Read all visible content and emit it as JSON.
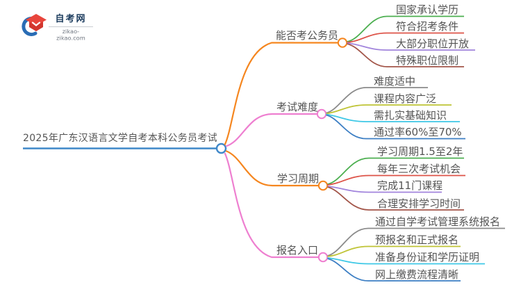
{
  "logo": {
    "title": "自考网",
    "domain": "zikao-zikao.com",
    "colors": {
      "crescent": "#2a6db5",
      "cap": "#e8453c",
      "cap_front": "#d2362e",
      "chevron": "#ffffff"
    }
  },
  "root": {
    "label": "2025年广东汉语言文学自考本科公务员考试",
    "color": "#3f88c9"
  },
  "branches": [
    {
      "label": "能否考公务员",
      "color": "#f5861f",
      "children": [
        {
          "label": "国家承认学历",
          "color": "#4caf50"
        },
        {
          "label": "符合招考条件",
          "color": "#dd5348"
        },
        {
          "label": "大部分职位开放",
          "color": "#a184dc"
        },
        {
          "label": "特殊职位限制",
          "color": "#a3564a"
        }
      ]
    },
    {
      "label": "考试难度",
      "color": "#ee7fd0",
      "children": [
        {
          "label": "难度适中",
          "color": "#8b8b8b"
        },
        {
          "label": "课程内容广泛",
          "color": "#bfc436"
        },
        {
          "label": "需扎实基础知识",
          "color": "#3ec8e6"
        },
        {
          "label": "通过率60%至70%",
          "color": "#3d7fc4"
        }
      ]
    },
    {
      "label": "学习周期",
      "color": "#f5861f",
      "children": [
        {
          "label": "学习周期1.5至2年",
          "color": "#4caf50"
        },
        {
          "label": "每年三次考试机会",
          "color": "#dd5348"
        },
        {
          "label": "完成11门课程",
          "color": "#a184dc"
        },
        {
          "label": "合理安排学习时间",
          "color": "#a3564a"
        }
      ]
    },
    {
      "label": "报名入口",
      "color": "#ee7fd0",
      "children": [
        {
          "label": "通过自学考试管理系统报名",
          "color": "#8b8b8b"
        },
        {
          "label": "预报名和正式报名",
          "color": "#bfc436"
        },
        {
          "label": "准备身份证和学历证明",
          "color": "#3ec8e6"
        },
        {
          "label": "网上缴费流程清晰",
          "color": "#3d7fc4"
        }
      ]
    }
  ]
}
